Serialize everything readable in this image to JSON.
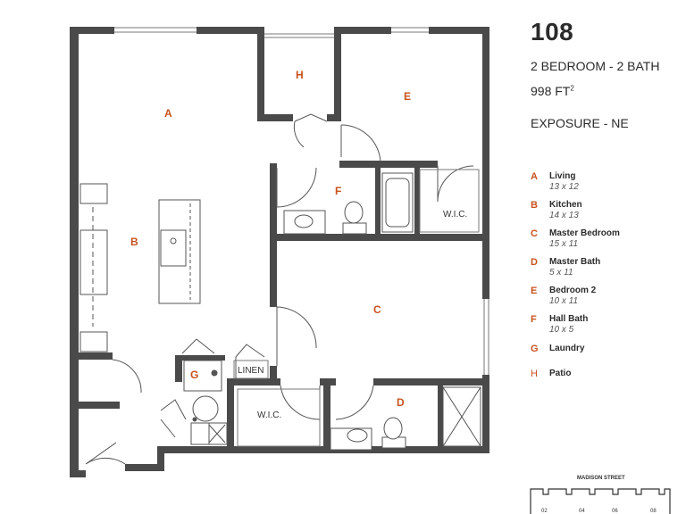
{
  "unit": {
    "number": "108",
    "type": "2 BEDROOM - 2 BATH",
    "area_value": "998 FT",
    "area_sup": "2",
    "exposure": "EXPOSURE - NE"
  },
  "rooms": [
    {
      "key": "A",
      "name": "Living",
      "dims": "13 x 12"
    },
    {
      "key": "B",
      "name": "Kitchen",
      "dims": "14 x 13"
    },
    {
      "key": "C",
      "name": "Master Bedroom",
      "dims": "15 x 11"
    },
    {
      "key": "D",
      "name": "Master Bath",
      "dims": "5 x 11"
    },
    {
      "key": "E",
      "name": "Bedroom 2",
      "dims": "10 x 11"
    },
    {
      "key": "F",
      "name": "Hall Bath",
      "dims": "10 x 5"
    },
    {
      "key": "G",
      "name": "Laundry",
      "dims": ""
    },
    {
      "key": "H",
      "name": "Patio",
      "dims": ""
    }
  ],
  "plan_labels": {
    "wic_1": "W.I.C.",
    "wic_2": "W.I.C.",
    "linen": "LINEN"
  },
  "keyplan": {
    "street": "MADISON STREET",
    "units": [
      "02",
      "04",
      "06",
      "08"
    ]
  },
  "colors": {
    "wall": "#4a4a4a",
    "accent": "#c8521e"
  }
}
